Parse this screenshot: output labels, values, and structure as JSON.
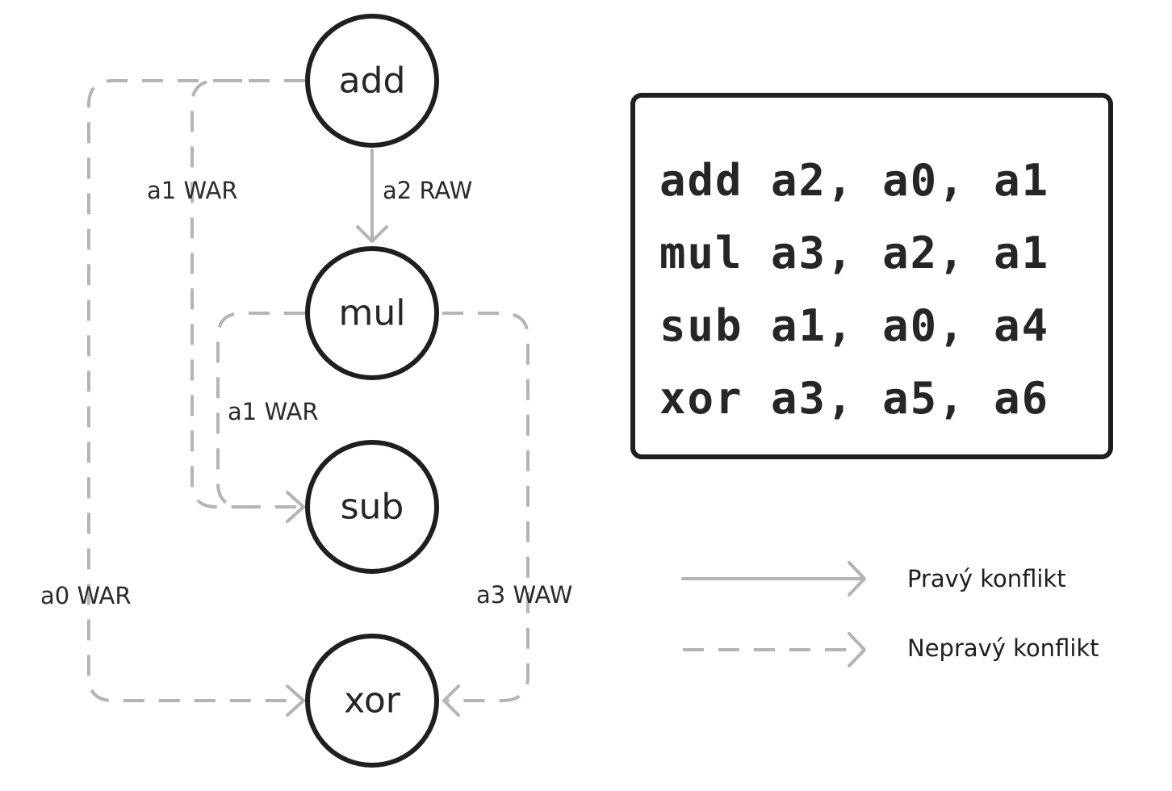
{
  "diagram": {
    "nodes": [
      {
        "id": "add",
        "label": "add"
      },
      {
        "id": "mul",
        "label": "mul"
      },
      {
        "id": "sub",
        "label": "sub"
      },
      {
        "id": "xor",
        "label": "xor"
      }
    ],
    "edges": [
      {
        "id": "add-mul",
        "from": "add",
        "to": "mul",
        "label": "a2 RAW",
        "style": "solid"
      },
      {
        "id": "add-sub",
        "from": "add",
        "to": "sub",
        "label": "a1 WAR",
        "style": "dashed"
      },
      {
        "id": "mul-sub",
        "from": "mul",
        "to": "sub",
        "label": "a1 WAR",
        "style": "dashed"
      },
      {
        "id": "add-xor",
        "from": "add",
        "to": "xor",
        "label": "a0 WAR",
        "style": "dashed"
      },
      {
        "id": "mul-xor",
        "from": "mul",
        "to": "xor",
        "label": "a3 WAW",
        "style": "dashed"
      }
    ],
    "colors": {
      "edge": "#b4b4b4",
      "node_border": "#1f1f1f",
      "text": "#262626"
    }
  },
  "code": {
    "lines": [
      "add a2, a0, a1",
      "mul a3, a2, a1",
      "sub a1, a0, a4",
      "xor a3, a5, a6"
    ]
  },
  "legend": {
    "items": [
      {
        "style": "solid",
        "label": "Pravý konflikt"
      },
      {
        "style": "dashed",
        "label": "Nepravý konflikt"
      }
    ]
  }
}
